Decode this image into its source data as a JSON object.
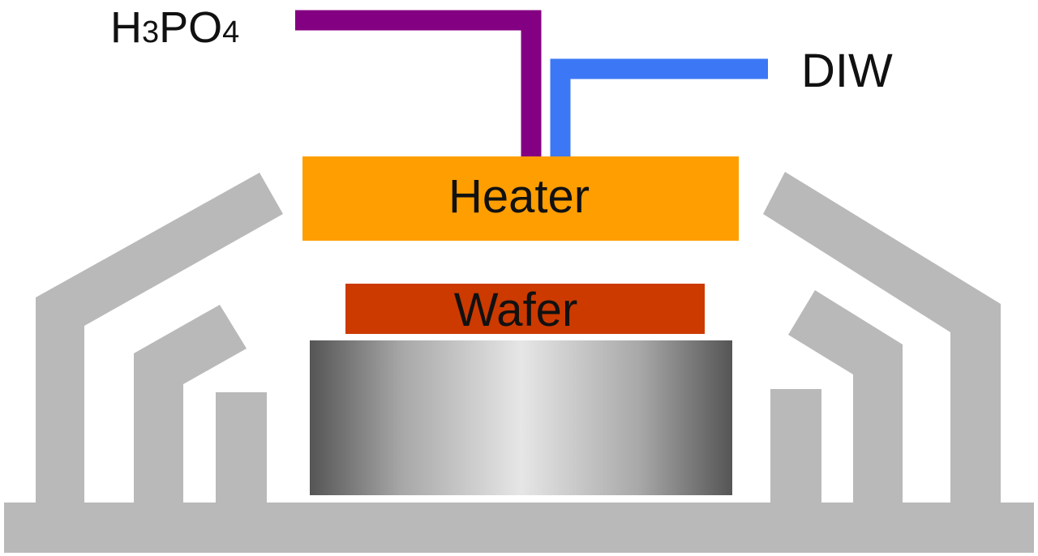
{
  "labels": {
    "chemical_main": "H",
    "chemical_sub_1": "3",
    "chemical_mid": "PO",
    "chemical_sub_2": "4",
    "diw": "DIW",
    "heater": "Heater",
    "wafer": "Wafer"
  },
  "colors": {
    "h3po4_line": "#840082",
    "diw_line": "#3c78f5",
    "heater": "#ff9e00",
    "wafer": "#cc3a00",
    "chamber": "#b9b9b9",
    "chuck_dark": "#555555",
    "chuck_light": "#e6e6e6"
  }
}
